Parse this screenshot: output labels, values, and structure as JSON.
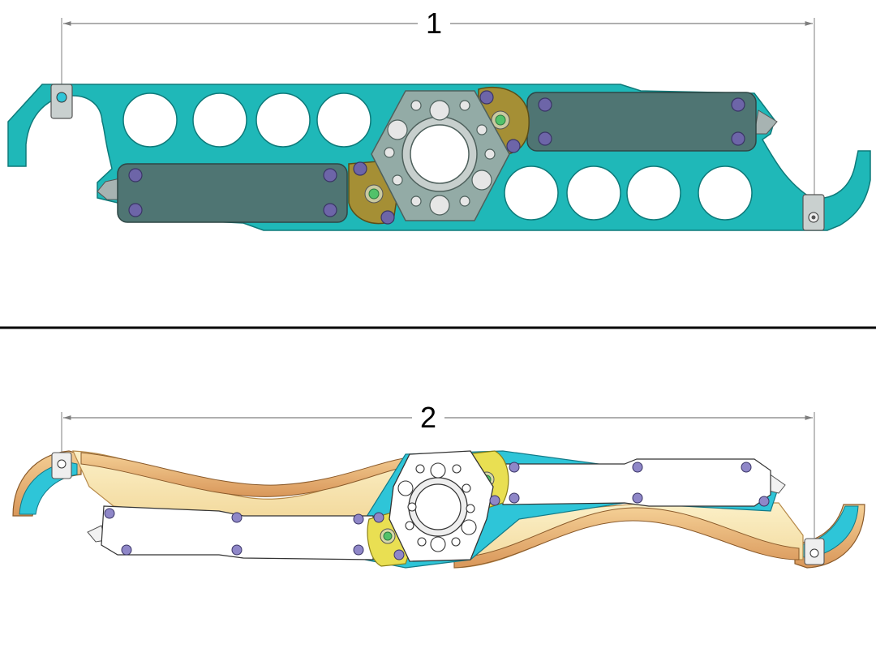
{
  "views": [
    {
      "id": "view-1",
      "dimension_label": "1",
      "description_colors": {
        "body": "#1fb8b8",
        "tool_bar": "#4f7573",
        "pivot": "#93aba6",
        "cam": "#a58f35"
      }
    },
    {
      "id": "view-2",
      "dimension_label": "2",
      "description_colors": {
        "rim": "#e8b47a",
        "face": "#f8e7b3",
        "inner": "#2ec5d8",
        "bar": "#ffffff",
        "cam": "#e9df52"
      }
    }
  ],
  "colors": {
    "teal": "#1fb8b8",
    "teal_dark": "#128e8e",
    "bar_slate": "#4f7573",
    "pivot_gray": "#93aba6",
    "cam_gold": "#a58f35",
    "screw_purple": "#6d65a8",
    "separator": "#000000",
    "dim_line": "#7f7f7f"
  }
}
